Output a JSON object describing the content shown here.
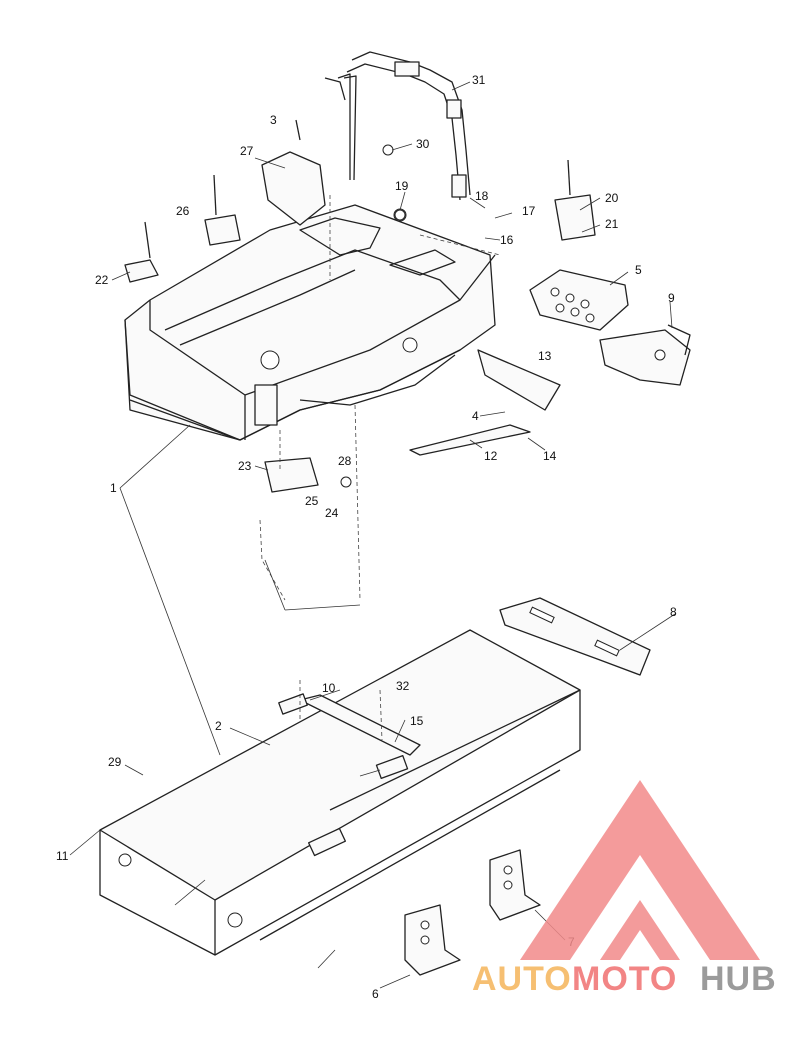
{
  "callouts": [
    {
      "label": "1"
    },
    {
      "label": "2"
    },
    {
      "label": "3"
    },
    {
      "label": "4"
    },
    {
      "label": "5"
    },
    {
      "label": "6"
    },
    {
      "label": "7"
    },
    {
      "label": "8"
    },
    {
      "label": "9"
    },
    {
      "label": "10"
    },
    {
      "label": "11"
    },
    {
      "label": "12"
    },
    {
      "label": "13"
    },
    {
      "label": "14"
    },
    {
      "label": "15"
    },
    {
      "label": "16"
    },
    {
      "label": "17"
    },
    {
      "label": "18"
    },
    {
      "label": "19"
    },
    {
      "label": "20"
    },
    {
      "label": "21"
    },
    {
      "label": "22"
    },
    {
      "label": "23"
    },
    {
      "label": "24"
    },
    {
      "label": "25"
    },
    {
      "label": "26"
    },
    {
      "label": "27"
    },
    {
      "label": "28"
    },
    {
      "label": "29"
    },
    {
      "label": "30"
    },
    {
      "label": "31"
    },
    {
      "label": "32"
    }
  ],
  "watermark": {
    "word_a": "AUTO",
    "word_b": "MOTO",
    "word_c": "HUB",
    "colors": {
      "orange": "#f5b45a",
      "red": "#f07070",
      "gray": "#8a8a8a",
      "triangle": "#f28a8a"
    }
  }
}
